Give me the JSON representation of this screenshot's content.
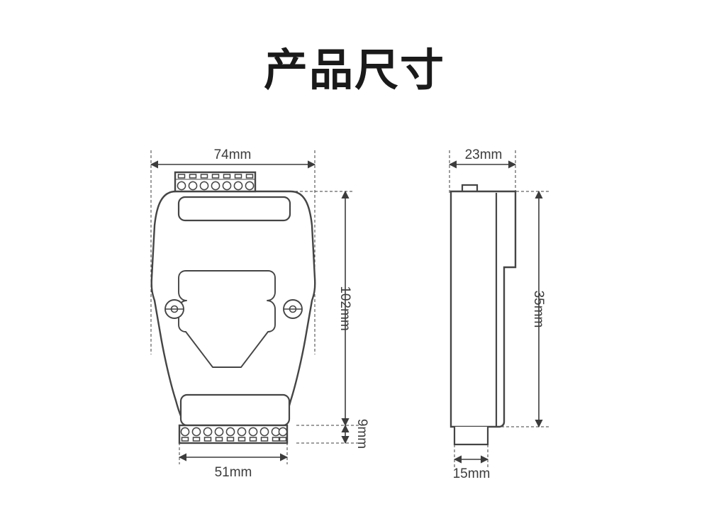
{
  "page": {
    "title": "产品尺寸",
    "background_color": "#ffffff",
    "line_color": "#454545",
    "text_color": "#3c3c3c",
    "title_color": "#1a1a1a"
  },
  "drawings": [
    {
      "id": "front-view",
      "name": "front-view",
      "description": "Front view of DIN-rail enclosure module",
      "terminal_blocks": [
        {
          "position": "top",
          "pin_count": 7,
          "pad_shape": "square-over-circle"
        },
        {
          "position": "bottom",
          "pin_count": 10,
          "pad_shape": "circle-over-square"
        }
      ],
      "screw_holes": 2,
      "label_panels": 2
    },
    {
      "id": "side-view",
      "name": "side-view",
      "description": "Side profile view of enclosure with DIN clip",
      "tabs": [
        {
          "position": "top",
          "name": "top-tab"
        },
        {
          "position": "bottom",
          "name": "bottom-tab"
        }
      ]
    }
  ],
  "dimensions": {
    "front_width": {
      "label": "74mm",
      "value": 74,
      "unit": "mm",
      "orientation": "horizontal",
      "view": "front-view"
    },
    "front_height": {
      "label": "102mm",
      "value": 102,
      "unit": "mm",
      "orientation": "vertical",
      "view": "front-view"
    },
    "front_terminal_height": {
      "label": "9mm",
      "value": 9,
      "unit": "mm",
      "orientation": "vertical",
      "view": "front-view"
    },
    "front_base_width": {
      "label": "51mm",
      "value": 51,
      "unit": "mm",
      "orientation": "horizontal",
      "view": "front-view"
    },
    "side_width": {
      "label": "23mm",
      "value": 23,
      "unit": "mm",
      "orientation": "horizontal",
      "view": "side-view"
    },
    "side_height": {
      "label": "35mm",
      "value": 35,
      "unit": "mm",
      "orientation": "vertical",
      "view": "side-view"
    },
    "side_tab_width": {
      "label": "15mm",
      "value": 15,
      "unit": "mm",
      "orientation": "horizontal",
      "view": "side-view"
    }
  }
}
